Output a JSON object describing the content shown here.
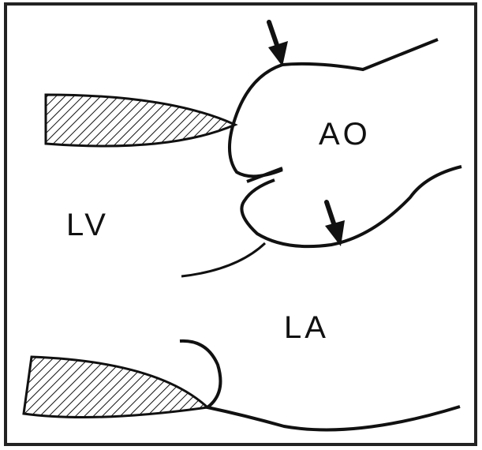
{
  "labels": {
    "aorta": "AO",
    "left_ventricle": "LV",
    "left_atrium": "LA"
  },
  "colors": {
    "ink": "#111111",
    "background": "#ffffff",
    "frame": "#222222"
  },
  "icons": {
    "upper_arrow": "arrow-down-icon",
    "lower_arrow": "arrow-down-icon"
  }
}
